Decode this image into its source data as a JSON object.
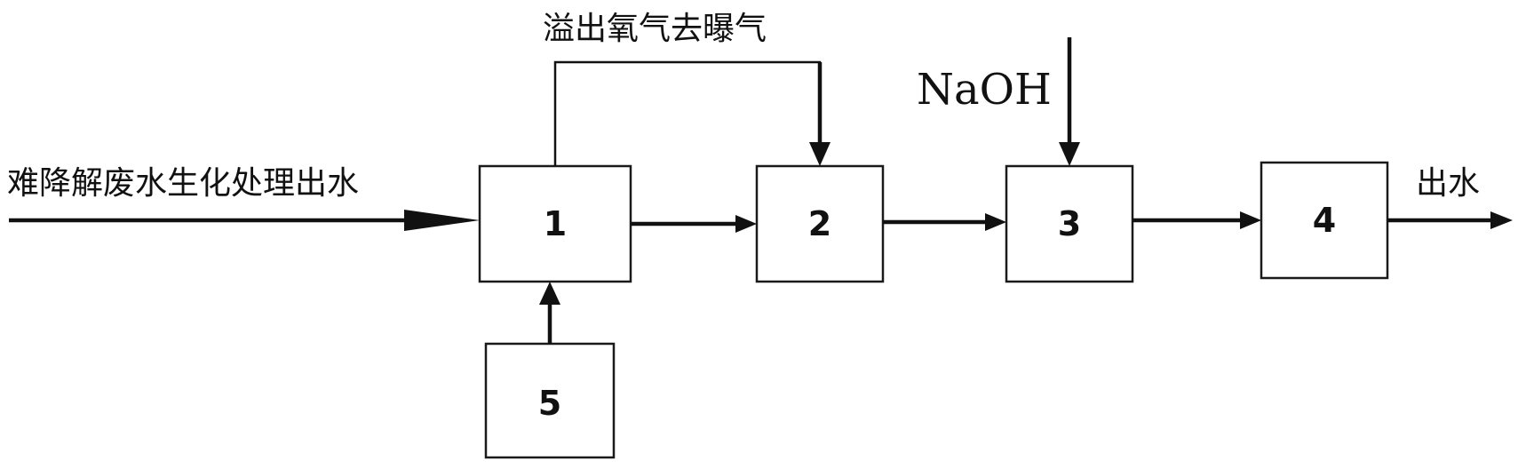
{
  "labels": {
    "inflow": "难降解废水生化处理出水",
    "overflow": "溢出氧气去曝气",
    "reagent": "NaOH",
    "outflow": "出水"
  },
  "units": [
    {
      "id": "1",
      "label": "1"
    },
    {
      "id": "2",
      "label": "2"
    },
    {
      "id": "3",
      "label": "3"
    },
    {
      "id": "4",
      "label": "4"
    },
    {
      "id": "5",
      "label": "5"
    }
  ],
  "flows": [
    {
      "from": "inflow",
      "to": "1"
    },
    {
      "from": "5",
      "to": "1"
    },
    {
      "from": "1",
      "to": "2"
    },
    {
      "from": "1",
      "to": "2",
      "via": "overflow"
    },
    {
      "from": "reagent",
      "to": "3"
    },
    {
      "from": "2",
      "to": "3"
    },
    {
      "from": "3",
      "to": "4"
    },
    {
      "from": "4",
      "to": "outflow"
    }
  ]
}
